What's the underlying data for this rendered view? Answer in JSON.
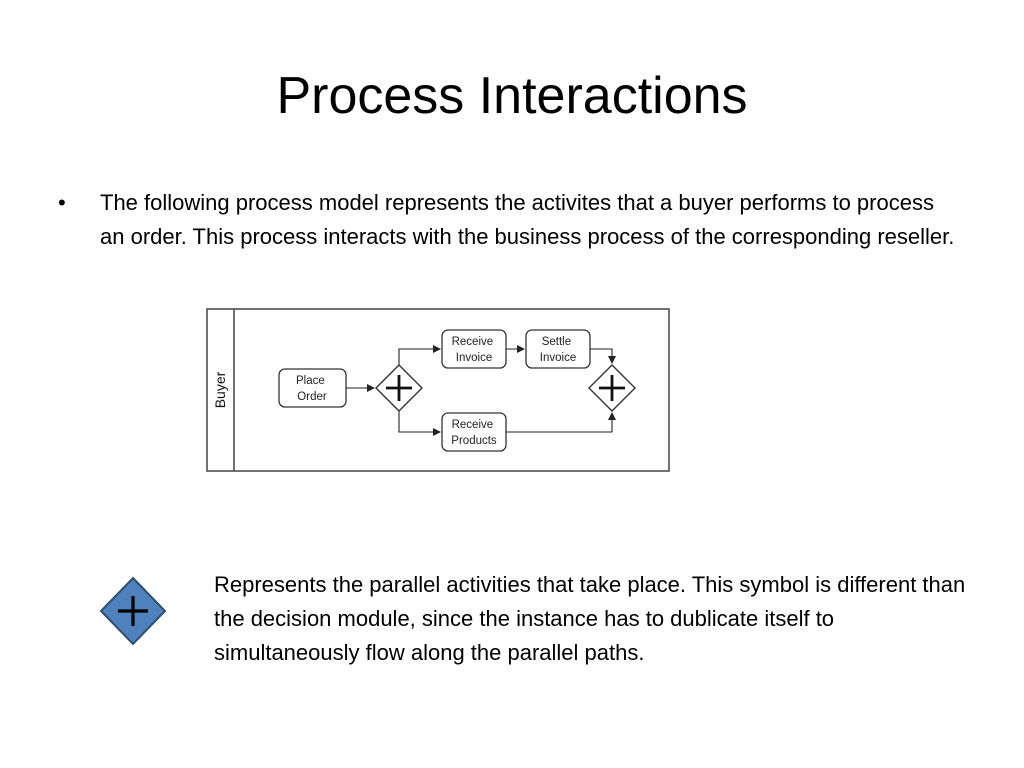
{
  "slide": {
    "title": "Process Interactions",
    "bullets": [
      "The following process model represents the activites that a buyer performs to process an order. This process interacts with the business process of the corresponding reseller."
    ],
    "legend": {
      "icon": "parallel-gateway-icon",
      "color": "#4F81BD",
      "description": "Represents the parallel activities that take place. This symbol is different than the decision module, since the instance has to dublicate itself to simultaneously flow along the parallel paths."
    }
  },
  "diagram": {
    "lane_label": "Buyer",
    "tasks": {
      "place_order": [
        "Place",
        "Order"
      ],
      "receive_invoice": [
        "Receive",
        "Invoice"
      ],
      "settle_invoice": [
        "Settle",
        "Invoice"
      ],
      "receive_products": [
        "Receive",
        "Products"
      ]
    }
  }
}
